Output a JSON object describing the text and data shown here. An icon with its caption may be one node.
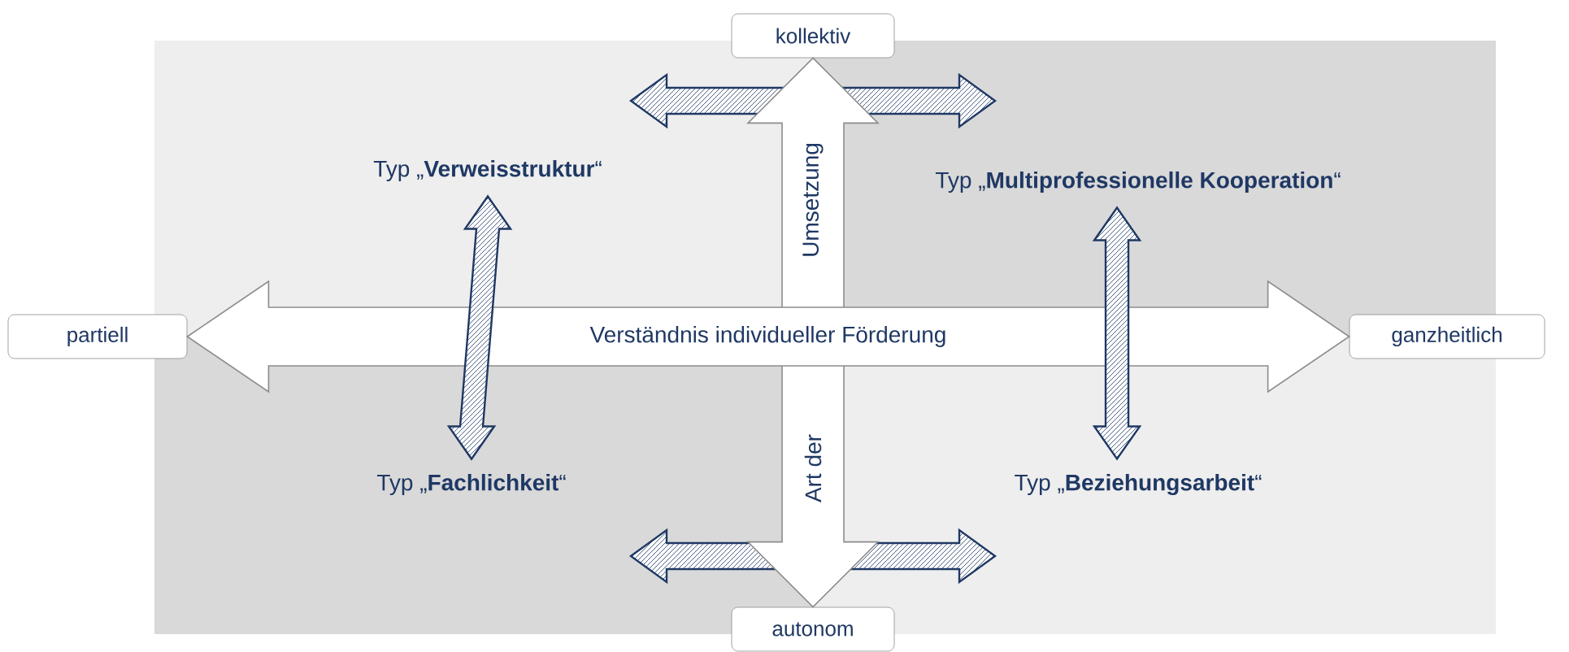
{
  "diagram": {
    "nodes": [
      {
        "text": [
          "Typ „**Verweisstruktur**“"
        ]
      },
      {
        "text": [
          "Typ „**Multiprofessionelle Kooperation**“"
        ]
      },
      {
        "text": [
          "Typ „**Fachlichkeit**“"
        ]
      },
      {
        "text": [
          "Typ „**Beziehungsarbeit**“"
        ]
      },
      {
        "text": [
          "kollektiv"
        ]
      },
      {
        "text": [
          "autonom"
        ]
      },
      {
        "text": [
          "partiell"
        ]
      },
      {
        "text": [
          "ganzheitlich"
        ]
      }
    ],
    "edges": [
      {
        "from": 4,
        "to": 5,
        "arrow": "both"
      },
      {
        "from": 6,
        "to": 7,
        "arrow": "both",
        "label": "Verständnis individueller Förderung"
      },
      {
        "from": 0,
        "to": 2,
        "arrow": "both"
      },
      {
        "from": 1,
        "to": 3,
        "arrow": "both"
      }
    ],
    "labels": [
      "Umsetzung",
      "Art der"
    ]
  }
}
